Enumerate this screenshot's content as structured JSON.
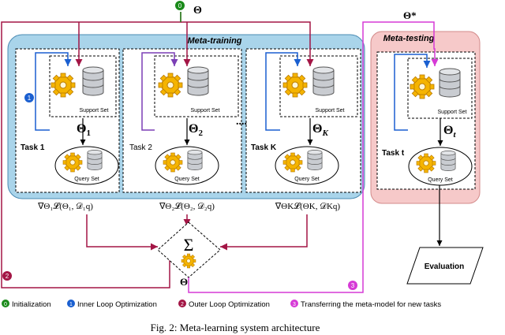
{
  "top_symbol": "Θ",
  "meta_symbol": "Θ*",
  "training": {
    "title": "Meta-training",
    "tasks": [
      {
        "name": "Task 1",
        "theta": "Θ",
        "theta_sub": "1",
        "grad": "∇Θ₁𝓛(Θ₁, 𝒟₁q)"
      },
      {
        "name": "Task 2",
        "theta": "Θ",
        "theta_sub": "2",
        "grad": "∇Θ₂𝓛(Θ₂, 𝒟₂q)"
      },
      {
        "name": "Task K",
        "theta": "Θ",
        "theta_sub": "K",
        "grad": "∇ΘK𝓛(ΘK, 𝒟Kq)"
      }
    ],
    "ellipsis": "....",
    "support_label": "Support Set",
    "query_label": "Query Set"
  },
  "testing": {
    "title": "Meta-testing",
    "task_name": "Task t",
    "theta": "Θ",
    "theta_sub": "t"
  },
  "aggregator": {
    "symbol": "Σ",
    "output": "Θ"
  },
  "evaluation_label": "Evaluation",
  "badges": {
    "b0": "0",
    "b1": "1",
    "b2": "2",
    "b3": "3"
  },
  "legend": [
    {
      "num": "0",
      "label": "Initialization",
      "color": "#1a8a1a"
    },
    {
      "num": "1",
      "label": "Inner Loop Optimization",
      "color": "#1a5fd0"
    },
    {
      "num": "2",
      "label": "Outer Loop Optimization",
      "color": "#a31545"
    },
    {
      "num": "3",
      "label": "Transferring the meta-model for new tasks",
      "color": "#d63ad6"
    }
  ],
  "caption": "Fig. 2: Meta-learning system architecture",
  "colors": {
    "init": "#1a8a1a",
    "inner": "#1a5fd0",
    "outer": "#a31545",
    "transfer": "#d63ad6",
    "training_bg": "#a9d4ea",
    "testing_bg": "#f6c9c9"
  }
}
